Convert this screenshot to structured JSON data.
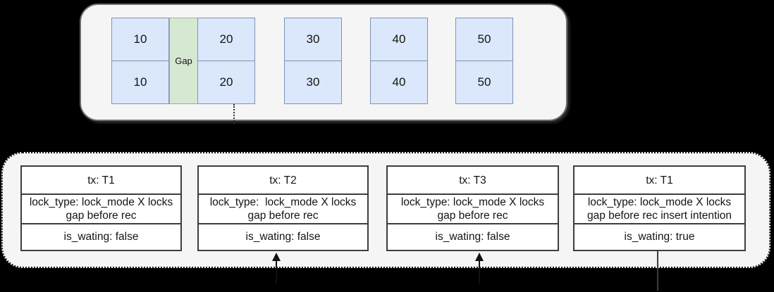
{
  "index_page": {
    "gap_label": "Gap",
    "records": [
      {
        "top": "10",
        "bottom": "10"
      },
      {
        "top": "20",
        "bottom": "20"
      },
      {
        "top": "30",
        "bottom": "30"
      },
      {
        "top": "40",
        "bottom": "40"
      },
      {
        "top": "50",
        "bottom": "50"
      }
    ]
  },
  "lock_queue": {
    "locks": [
      {
        "tx": "tx: T1",
        "lock_type": "lock_type: lock_mode X locks\ngap before rec",
        "is_waiting": "is_wating: false"
      },
      {
        "tx": "tx: T2",
        "lock_type": "lock_type:  lock_mode X locks\ngap before rec",
        "is_waiting": "is_wating: false"
      },
      {
        "tx": "tx: T3",
        "lock_type": "lock_type: lock_mode X locks\ngap before rec",
        "is_waiting": "is_wating: false"
      },
      {
        "tx": "tx: T1",
        "lock_type": "lock_type: lock_mode X locks\ngap before rec insert intention",
        "is_waiting": "is_wating: true"
      }
    ]
  },
  "colors": {
    "page_background": "#000000",
    "panel_fill": "#f5f5f6",
    "record_fill": "#dbe7fa",
    "record_border": "#7c94b6",
    "gap_fill": "#d6e8d2",
    "gap_border": "#92b789",
    "lock_table_border": "#3d3d3d"
  }
}
